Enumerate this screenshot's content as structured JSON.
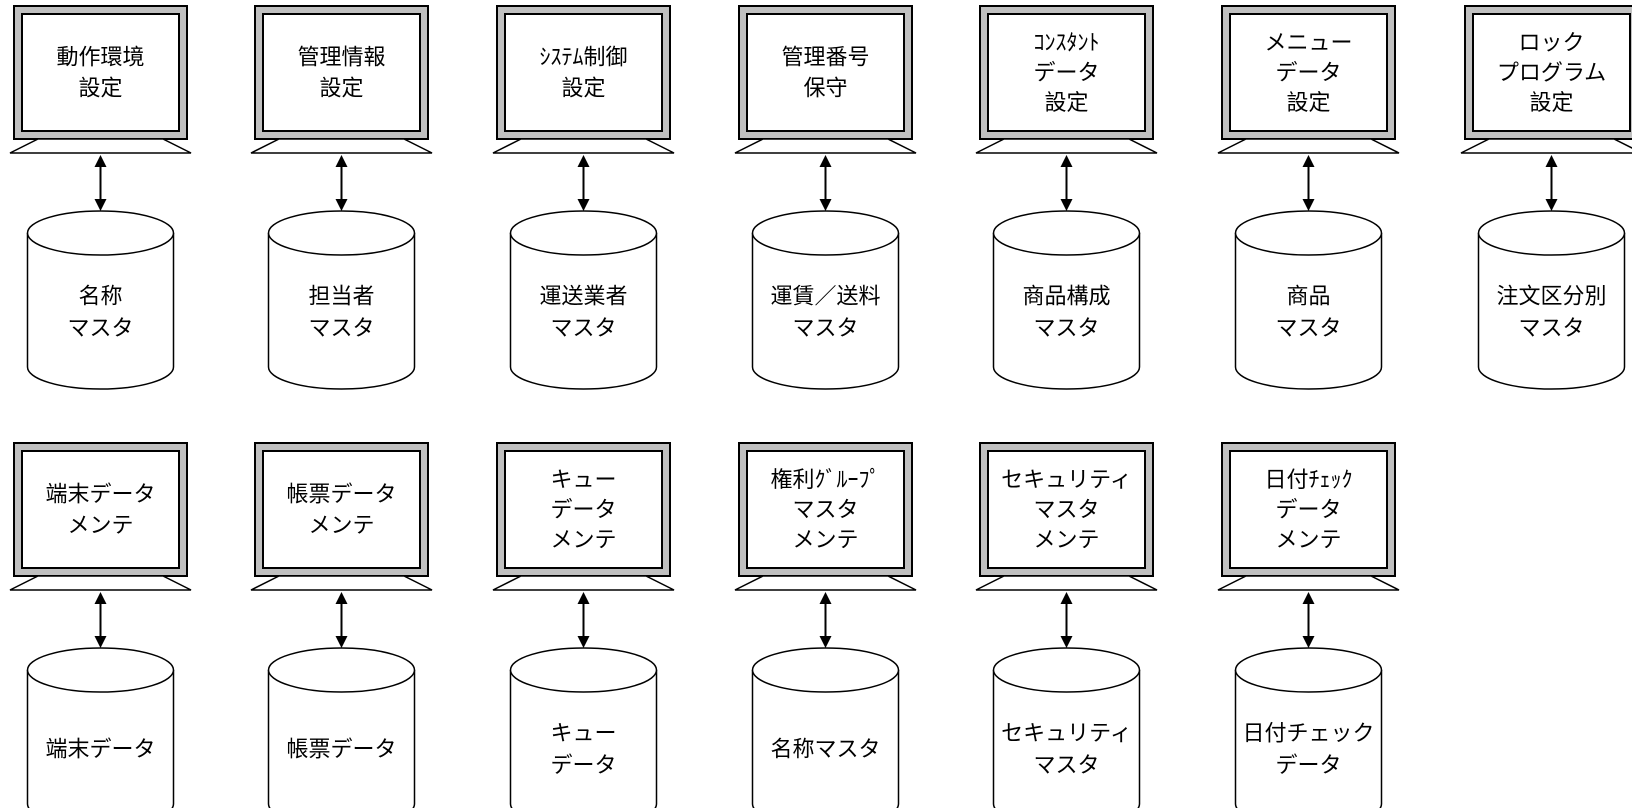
{
  "rows": [
    {
      "units": [
        {
          "screen": [
            "動作環境",
            "設定"
          ],
          "db": [
            "名称",
            "マスタ"
          ]
        },
        {
          "screen": [
            "管理情報",
            "設定"
          ],
          "db": [
            "担当者",
            "マスタ"
          ]
        },
        {
          "screen": [
            "ｼｽﾃﾑ制御",
            "設定"
          ],
          "db": [
            "運送業者",
            "マスタ"
          ]
        },
        {
          "screen": [
            "管理番号",
            "保守"
          ],
          "db": [
            "運賃／送料",
            "マスタ"
          ]
        },
        {
          "screen": [
            "ｺﾝｽﾀﾝﾄ",
            "データ",
            "設定"
          ],
          "db": [
            "商品構成",
            "マスタ"
          ]
        },
        {
          "screen": [
            "メニュー",
            "データ",
            "設定"
          ],
          "db": [
            "商品",
            "マスタ"
          ]
        },
        {
          "screen": [
            "ロック",
            "プログラム",
            "設定"
          ],
          "db": [
            "注文区分別",
            "マスタ"
          ]
        }
      ]
    },
    {
      "units": [
        {
          "screen": [
            "端末データ",
            "メンテ"
          ],
          "db": [
            "端末データ"
          ]
        },
        {
          "screen": [
            "帳票データ",
            "メンテ"
          ],
          "db": [
            "帳票データ"
          ]
        },
        {
          "screen": [
            "キュー",
            "データ",
            "メンテ"
          ],
          "db": [
            "キュー",
            "データ"
          ]
        },
        {
          "screen": [
            "権利ｸﾞﾙｰﾌﾟ",
            "マスタ",
            "メンテ"
          ],
          "db": [
            "名称マスタ"
          ]
        },
        {
          "screen": [
            "セキュリティ",
            "マスタ",
            "メンテ"
          ],
          "db": [
            "セキュリティ",
            "マスタ"
          ]
        },
        {
          "screen": [
            "日付ﾁｪｯｸ",
            "データ",
            "メンテ"
          ],
          "db": [
            "日付チェック",
            "データ"
          ]
        }
      ]
    }
  ],
  "colors": {
    "monitor_bezel": "#c0c0c0",
    "stroke": "#000000",
    "background": "#ffffff"
  }
}
